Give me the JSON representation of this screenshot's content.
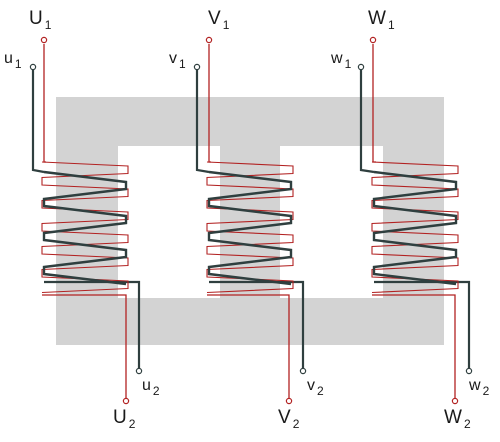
{
  "colors": {
    "core": "#d3d3d3",
    "primary_winding": "#b22222",
    "secondary_winding": "#2f3f3f",
    "label": "#1a1a1a"
  },
  "phases": [
    {
      "primary_start": {
        "letter": "U",
        "index": "1"
      },
      "primary_end": {
        "letter": "U",
        "index": "2"
      },
      "secondary_start": {
        "letter": "u",
        "index": "1"
      },
      "secondary_end": {
        "letter": "u",
        "index": "2"
      }
    },
    {
      "primary_start": {
        "letter": "V",
        "index": "1"
      },
      "primary_end": {
        "letter": "V",
        "index": "2"
      },
      "secondary_start": {
        "letter": "v",
        "index": "1"
      },
      "secondary_end": {
        "letter": "v",
        "index": "2"
      }
    },
    {
      "primary_start": {
        "letter": "W",
        "index": "1"
      },
      "primary_end": {
        "letter": "W",
        "index": "2"
      },
      "secondary_start": {
        "letter": "w",
        "index": "1"
      },
      "secondary_end": {
        "letter": "w",
        "index": "2"
      }
    }
  ]
}
